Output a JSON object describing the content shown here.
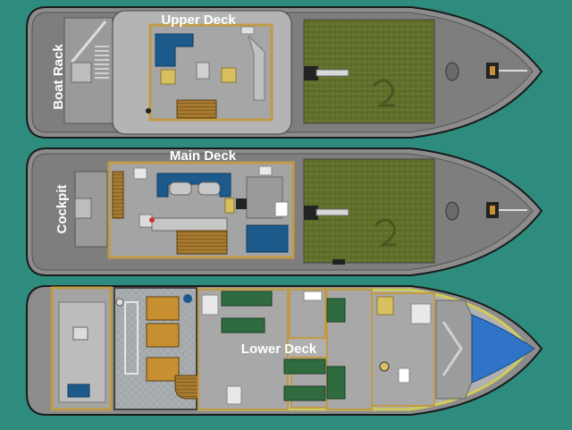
{
  "labels": {
    "upper_deck": "Upper Deck",
    "main_deck": "Main Deck",
    "lower_deck": "Lower Deck",
    "boat_rack": "Boat Rack",
    "cockpit": "Cockpit"
  },
  "colors": {
    "background": "#2e8c7e",
    "hull": "#8c8c8c",
    "hull_outline": "#1a1a1a",
    "deck_grass": "#5f6f2a",
    "cabin_wall": "#d8a74a",
    "cabin_floor": "#a4a4a4",
    "bed": "#2f6b3e",
    "sofa": "#1d5a8c",
    "bow_tank": "#2f74c6",
    "lower_hull_trim": "#cfcc5a"
  }
}
